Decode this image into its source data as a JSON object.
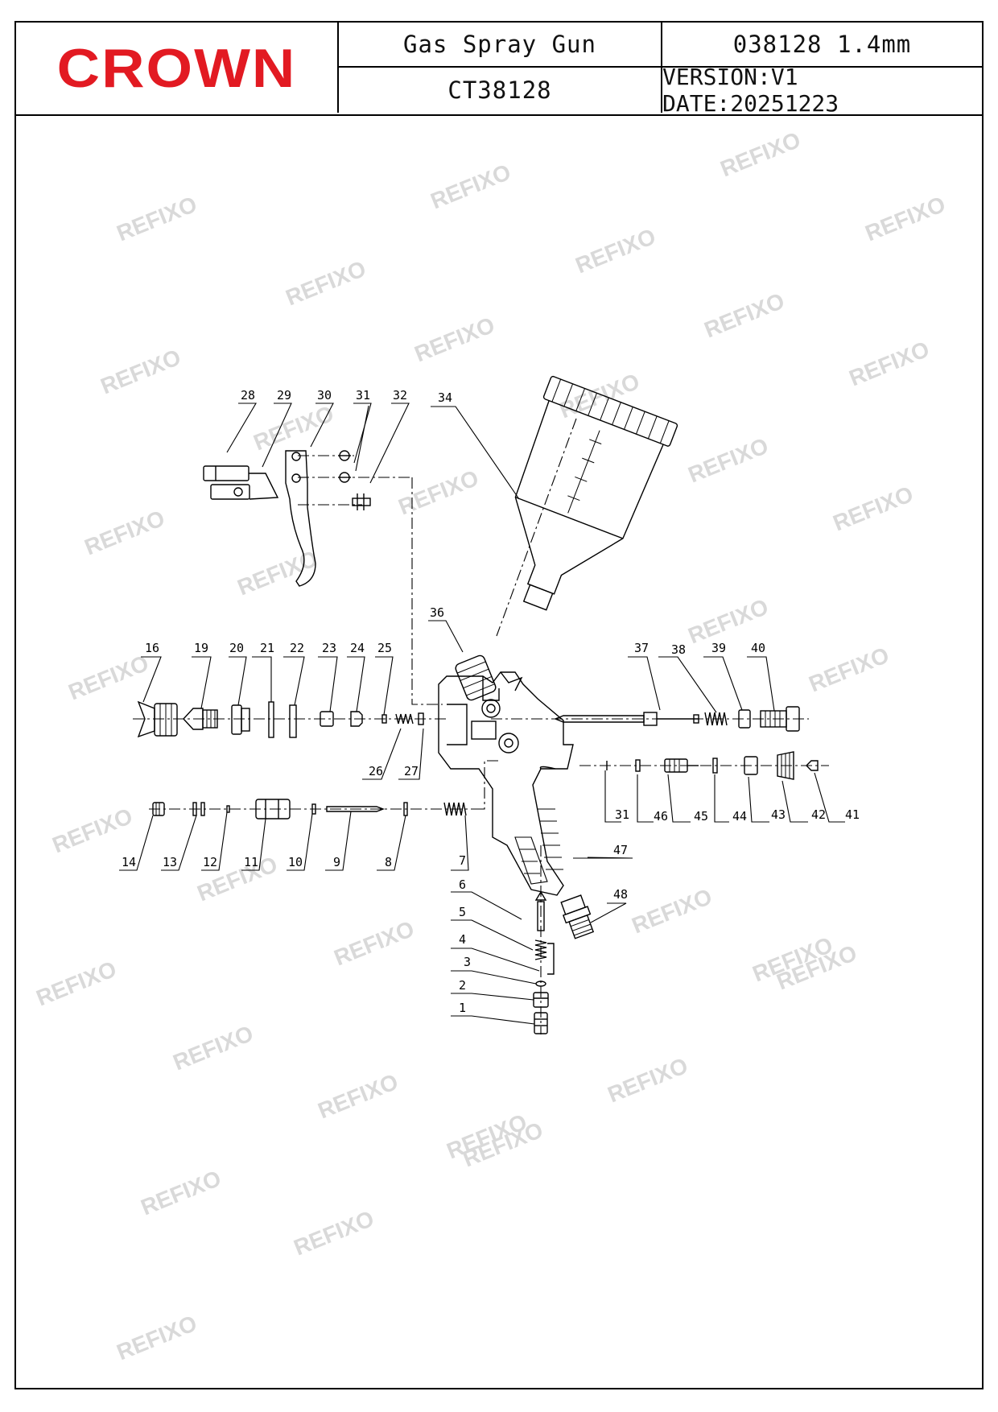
{
  "header": {
    "brand": "CROWN",
    "title": "Gas Spray Gun",
    "model": "CT38128",
    "spec": "038128 1.4mm",
    "version": "VERSION:V1 DATE:20251223"
  },
  "watermark": "REFIXO",
  "colors": {
    "brand": "#e21a22",
    "line": "#000000",
    "watermark": "#d9d9d9"
  },
  "callouts": {
    "c1": "1",
    "c2": "2",
    "c3": "3",
    "c4": "4",
    "c5": "5",
    "c6": "6",
    "c7": "7",
    "c8": "8",
    "c9": "9",
    "c10": "10",
    "c11": "11",
    "c12": "12",
    "c13": "13",
    "c14": "14",
    "c16": "16",
    "c19": "19",
    "c20": "20",
    "c21": "21",
    "c22": "22",
    "c23": "23",
    "c24": "24",
    "c25": "25",
    "c26": "26",
    "c27": "27",
    "c28": "28",
    "c29": "29",
    "c30": "30",
    "c31a": "31",
    "c31b": "31",
    "c32": "32",
    "c34": "34",
    "c36": "36",
    "c37": "37",
    "c38": "38",
    "c39": "39",
    "c40": "40",
    "c41": "41",
    "c42": "42",
    "c43": "43",
    "c44": "44",
    "c45": "45",
    "c46": "46",
    "c47": "47",
    "c48": "48"
  }
}
